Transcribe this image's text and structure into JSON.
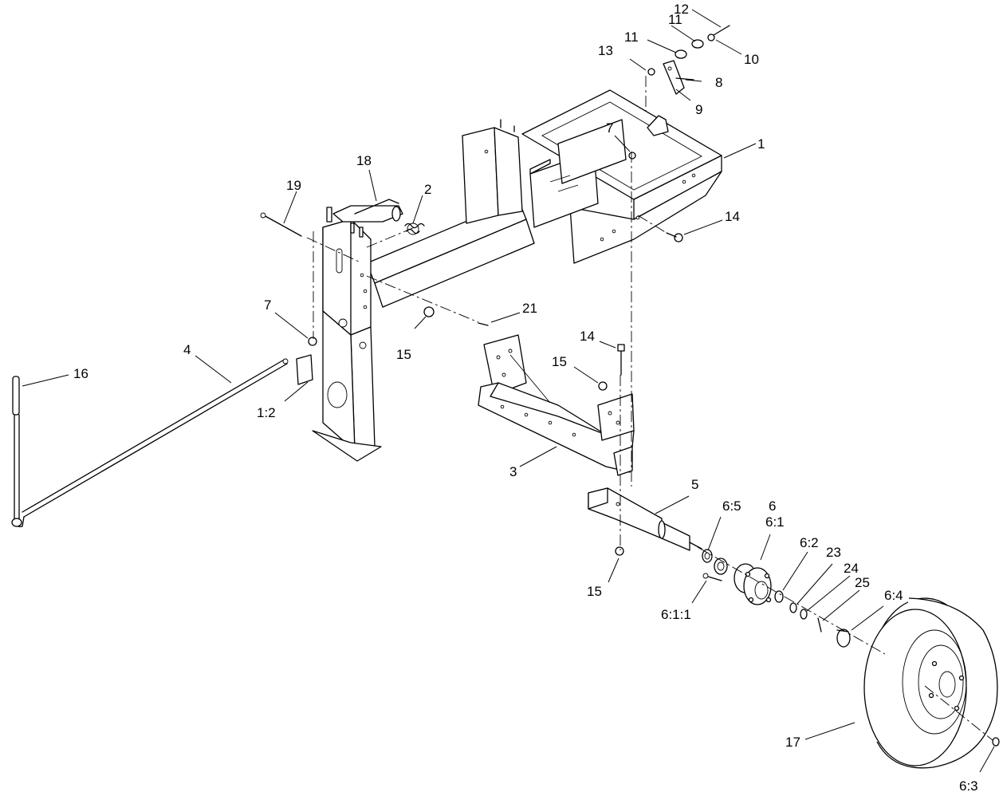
{
  "diagram": {
    "callouts": [
      {
        "id": "c1",
        "text": "1"
      },
      {
        "id": "c1-2",
        "text": "1:2"
      },
      {
        "id": "c2",
        "text": "2"
      },
      {
        "id": "c3",
        "text": "3"
      },
      {
        "id": "c4",
        "text": "4"
      },
      {
        "id": "c5",
        "text": "5"
      },
      {
        "id": "c6",
        "text": "6"
      },
      {
        "id": "c6-1",
        "text": "6:1"
      },
      {
        "id": "c6-1-1",
        "text": "6:1:1"
      },
      {
        "id": "c6-2",
        "text": "6:2"
      },
      {
        "id": "c6-3",
        "text": "6:3"
      },
      {
        "id": "c6-4",
        "text": "6:4"
      },
      {
        "id": "c6-5",
        "text": "6:5"
      },
      {
        "id": "c7a",
        "text": "7"
      },
      {
        "id": "c7b",
        "text": "7"
      },
      {
        "id": "c8",
        "text": "8"
      },
      {
        "id": "c9",
        "text": "9"
      },
      {
        "id": "c10",
        "text": "10"
      },
      {
        "id": "c11a",
        "text": "11"
      },
      {
        "id": "c11b",
        "text": "11"
      },
      {
        "id": "c12",
        "text": "12"
      },
      {
        "id": "c13",
        "text": "13"
      },
      {
        "id": "c14a",
        "text": "14"
      },
      {
        "id": "c14b",
        "text": "14"
      },
      {
        "id": "c15a",
        "text": "15"
      },
      {
        "id": "c15b",
        "text": "15"
      },
      {
        "id": "c15c",
        "text": "15"
      },
      {
        "id": "c16",
        "text": "16"
      },
      {
        "id": "c17",
        "text": "17"
      },
      {
        "id": "c18",
        "text": "18"
      },
      {
        "id": "c19",
        "text": "19"
      },
      {
        "id": "c21",
        "text": "21"
      },
      {
        "id": "c23",
        "text": "23"
      },
      {
        "id": "c24",
        "text": "24"
      },
      {
        "id": "c25",
        "text": "25"
      }
    ]
  }
}
